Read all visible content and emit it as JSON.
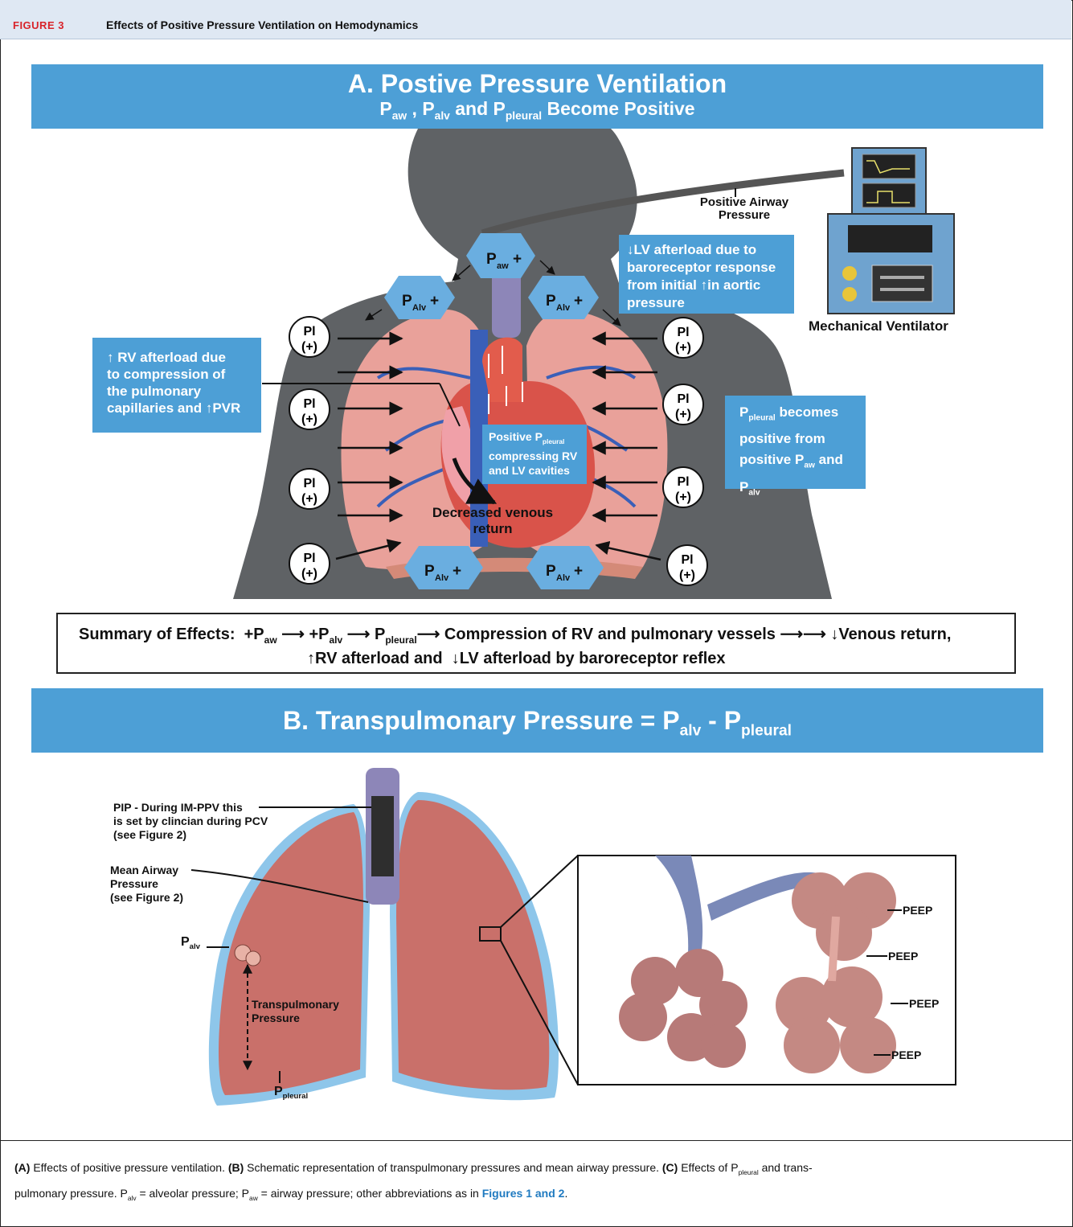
{
  "header": {
    "figure_label": "FIGURE 3",
    "figure_title": "Effects of Positive Pressure Ventilation on Hemodynamics"
  },
  "panel_a": {
    "title": "A. Postive Pressure Ventilation",
    "subtitle_p": "P",
    "subtitle_aw": "aw",
    "subtitle_sep1": " , ",
    "subtitle_alv": "alv",
    "subtitle_and": " and ",
    "subtitle_pleural": "pleural",
    "subtitle_tail": " Become Positive",
    "positive_airway_pressure": [
      "Positive Airway",
      "Pressure"
    ],
    "mechanical_ventilator": "Mechanical Ventilator",
    "paw_hex": {
      "p": "P",
      "sub": "aw",
      "sign": "+"
    },
    "palv_hex": {
      "p": "P",
      "sub": "Alv",
      "sign": "+"
    },
    "pl_label": [
      "Pl",
      "(+)"
    ],
    "lv_callout": [
      "↓LV afterload due to",
      "baroreceptor response",
      "from initial ↑in aortic",
      "pressure"
    ],
    "rv_callout": [
      "↑ RV afterload due",
      "to compression of",
      "the pulmonary",
      "capillaries and ↑PVR"
    ],
    "pleural_callout": {
      "p": "P",
      "sub_pleural": "pleural",
      "l1_tail": " becomes",
      "l2": "positive from",
      "l3_head": "positive P",
      "sub_aw": "aw",
      "l3_tail": " and",
      "l4_p": "P",
      "sub_alv": "alv"
    },
    "center_callout": {
      "l1_head": "Positive P",
      "sub": "pleural",
      "l2": "compressing RV",
      "l3": "and LV cavities"
    },
    "venous_return": [
      "Decreased  venous",
      "return"
    ]
  },
  "summary": {
    "lead": "Summary of Effects:",
    "paw": "+P",
    "paw_sub": "aw",
    "palv": "+P",
    "palv_sub": "alv",
    "ppl": "P",
    "ppl_sub": "pleural",
    "compression": "Compression of RV and pulmonary vessels",
    "venous": "↓Venous return,",
    "line2_a": "↑RV afterload and ",
    "line2_b": "↓LV afterload by baroreceptor reflex"
  },
  "panel_b": {
    "title_head": "B. Transpulmonary Pressure = P",
    "title_sub1": "alv",
    "title_mid": " - P",
    "title_sub2": "pleural",
    "pip_label": [
      "PIP - During IM-PPV this",
      "is set by clincian during PCV",
      "(see Figure 2)"
    ],
    "mean_airway": [
      "Mean Airway",
      "Pressure",
      "(see Figure 2)"
    ],
    "palv_label": {
      "p": "P",
      "sub": "alv"
    },
    "transpulmonary": [
      "Transpulmonary",
      "Pressure"
    ],
    "ppleural_label": {
      "p": "P",
      "sub": "pleural"
    },
    "peep": [
      "PEEP",
      "PEEP",
      "PEEP",
      "PEEP"
    ]
  },
  "caption": {
    "a_tag": "(A)",
    "a_text": " Effects of positive pressure ventilation. ",
    "b_tag": "(B)",
    "b_text": " Schematic representation of transpulmonary pressures and mean airway pressure. ",
    "c_tag": "(C)",
    "c_text": " Effects of P",
    "c_sub": "pleural",
    "c_text2": " and trans-",
    "line2_a": "pulmonary pressure. P",
    "line2_sub1": "alv",
    "line2_b": " = alveolar pressure; P",
    "line2_sub2": "aw",
    "line2_c": " = airway pressure; other abbreviations as in ",
    "link": "Figures 1 and 2",
    "end": "."
  },
  "colors": {
    "banner_blue": "#4d9fd6",
    "header_bg": "#dfe8f3",
    "figure_red": "#d8232a",
    "silhouette": "#5f6265",
    "lung_pink": "#e9a19a",
    "vessel_blue": "#3a5fb8",
    "lung_b": "#c9706a",
    "pleura_blue": "#8ec6ea"
  }
}
